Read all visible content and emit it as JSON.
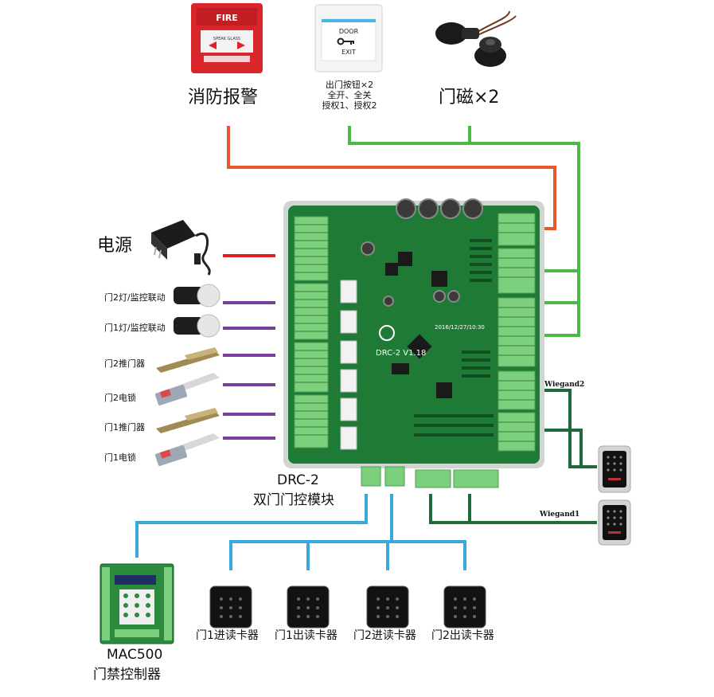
{
  "labels": {
    "fire_alarm": "消防报警",
    "exit_button_line1": "出门按钮×2",
    "exit_button_line2": "全开、全关",
    "exit_button_line3": "授权1、授权2",
    "door_contact": "门磁×2",
    "power": "电源",
    "door2_light": "门2灯/监控联动",
    "door1_light": "门1灯/监控联动",
    "door2_pusher": "门2推门器",
    "door2_lock": "门2电锁",
    "door1_pusher": "门1推门器",
    "door1_lock": "门1电锁",
    "module_model": "DRC-2",
    "module_name": "双门门控模块",
    "wiegand2": "Wiegand2",
    "wiegand1": "Wiegand1",
    "controller_model": "MAC500",
    "controller_name": "门禁控制器",
    "reader_d1_in": "门1进读卡器",
    "reader_d1_out": "门1出读卡器",
    "reader_d2_in": "门2进读卡器",
    "reader_d2_out": "门2出读卡器"
  },
  "board_print": {
    "version": "DRC-2 V1.18",
    "date": "2016/12/27/10:30"
  },
  "device_print": {
    "fire_panel": "FIRE",
    "fire_sub": "SPEAK  GLASS",
    "door_top": "DOOR",
    "door_bottom": "EXIT"
  },
  "colors": {
    "fire_wire": "#e8572a",
    "green_wire": "#4cb848",
    "power_wire": "#e02020",
    "output_wire": "#7b3f9e",
    "wiegand_wire": "#1d6b3a",
    "reader_wire": "#3aa8dd",
    "pcb": "#1f7a36"
  }
}
